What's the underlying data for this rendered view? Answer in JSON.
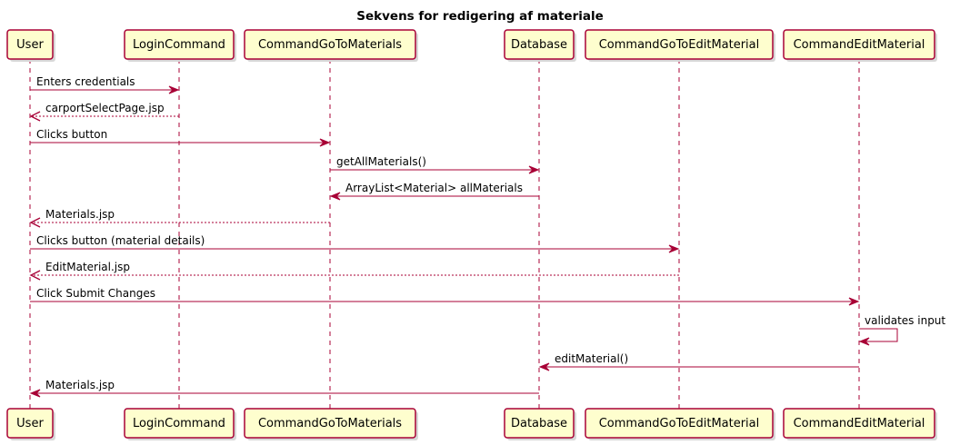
{
  "title": "Sekvens for redigering af materiale",
  "colors": {
    "participant_fill": "#fefece",
    "participant_border": "#a80036",
    "arrow": "#a80036",
    "text": "#000000"
  },
  "participants": [
    {
      "id": "user",
      "label": "User"
    },
    {
      "id": "login",
      "label": "LoginCommand"
    },
    {
      "id": "gotomat",
      "label": "CommandGoToMaterials"
    },
    {
      "id": "db",
      "label": "Database"
    },
    {
      "id": "gotoedit",
      "label": "CommandGoToEditMaterial"
    },
    {
      "id": "edit",
      "label": "CommandEditMaterial"
    }
  ],
  "messages": [
    {
      "from": "user",
      "to": "login",
      "label": "Enters credentials",
      "style": "sync"
    },
    {
      "from": "login",
      "to": "user",
      "label": "carportSelectPage.jsp",
      "style": "return"
    },
    {
      "from": "user",
      "to": "gotomat",
      "label": "Clicks button",
      "style": "sync"
    },
    {
      "from": "gotomat",
      "to": "db",
      "label": "getAllMaterials()",
      "style": "sync"
    },
    {
      "from": "db",
      "to": "gotomat",
      "label": "ArrayList<Material> allMaterials",
      "style": "sync"
    },
    {
      "from": "gotomat",
      "to": "user",
      "label": "Materials.jsp",
      "style": "return"
    },
    {
      "from": "user",
      "to": "gotoedit",
      "label": "Clicks button (material details)",
      "style": "sync"
    },
    {
      "from": "gotoedit",
      "to": "user",
      "label": "EditMaterial.jsp",
      "style": "return"
    },
    {
      "from": "user",
      "to": "edit",
      "label": "Click Submit Changes",
      "style": "sync"
    },
    {
      "from": "edit",
      "to": "edit",
      "label": "validates input",
      "style": "self"
    },
    {
      "from": "edit",
      "to": "db",
      "label": "editMaterial()",
      "style": "sync"
    },
    {
      "from": "db",
      "to": "user",
      "label": "Materials.jsp",
      "style": "sync"
    }
  ]
}
